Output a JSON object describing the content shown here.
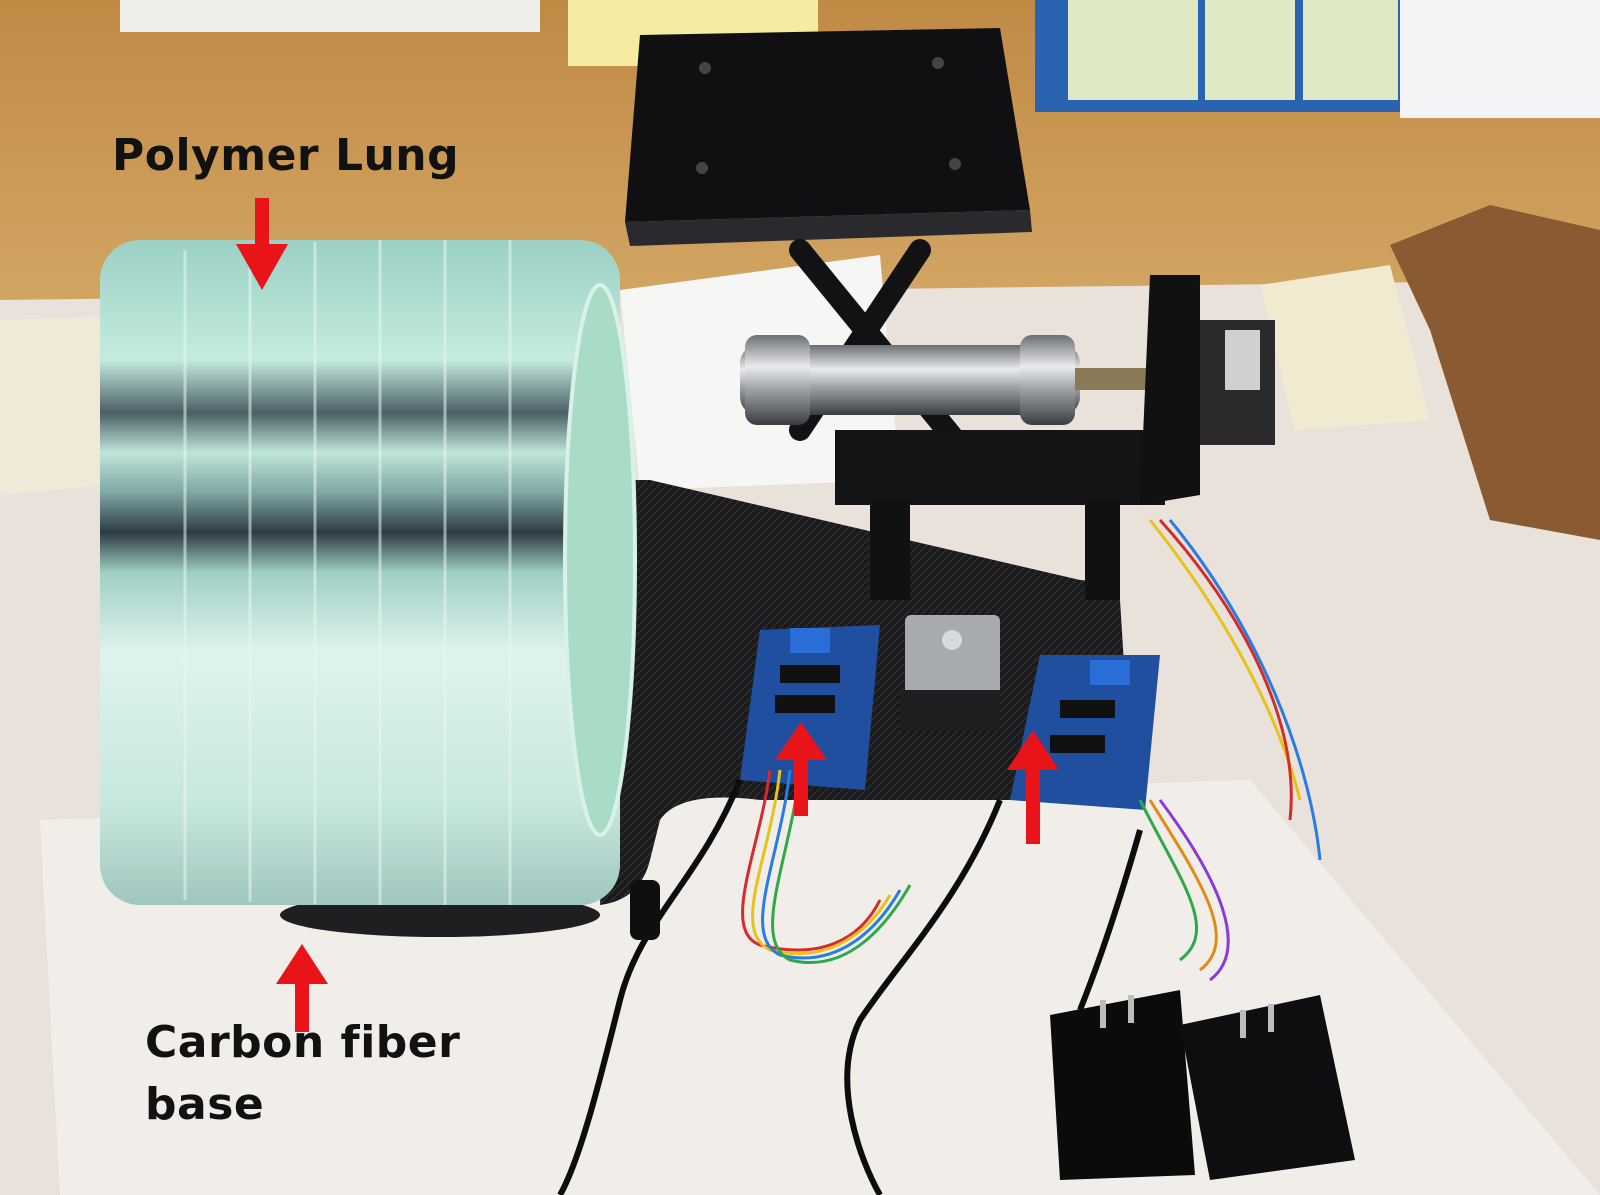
{
  "annotations": {
    "lung_label": "Polymer Lung",
    "base_label_line1": "Carbon fiber",
    "base_label_line2": "base"
  },
  "colors": {
    "arrow": "#e8141a",
    "cork": "#c89a55",
    "paper": "#e9e2da",
    "carbon": "#1c1c1e",
    "polymer": "#bfe3d6"
  }
}
